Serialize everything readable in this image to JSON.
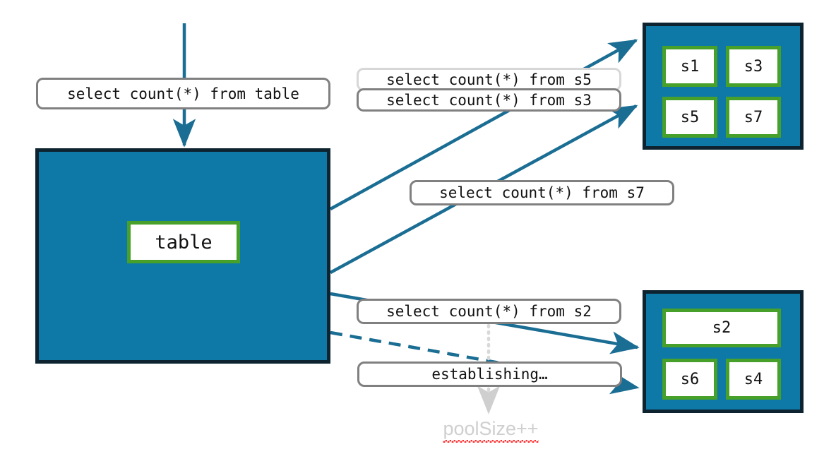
{
  "diagram": {
    "title": "connection pool query routing diagram",
    "colors": {
      "pool_fill": "#0e79a6",
      "pool_border": "#0d2430",
      "node_border": "#46a02a",
      "node_fill": "#ffffff",
      "edge": "#1a6d93",
      "label_border": "#808080",
      "label_border_faded": "#d7d7d7",
      "annotation_text": "#cfcfcf",
      "spellcheck_underline": "#ff2d2d",
      "background": "#ffffff"
    }
  },
  "entry": {
    "query_label": "select count(*) from table"
  },
  "table_pool": {
    "node_label": "table"
  },
  "pool_top": {
    "nodes": [
      {
        "label": "s1"
      },
      {
        "label": "s3"
      },
      {
        "label": "s5"
      },
      {
        "label": "s7"
      }
    ]
  },
  "pool_bottom": {
    "nodes": [
      {
        "label": "s2"
      },
      {
        "label": "s6"
      },
      {
        "label": "s4"
      }
    ]
  },
  "labels": {
    "q_s5": "select count(*) from s5",
    "q_s3": "select count(*) from s3",
    "q_s7": "select count(*) from s7",
    "q_s2": "select count(*) from s2",
    "establishing": "establishing…",
    "pool_size": "poolSize++"
  }
}
